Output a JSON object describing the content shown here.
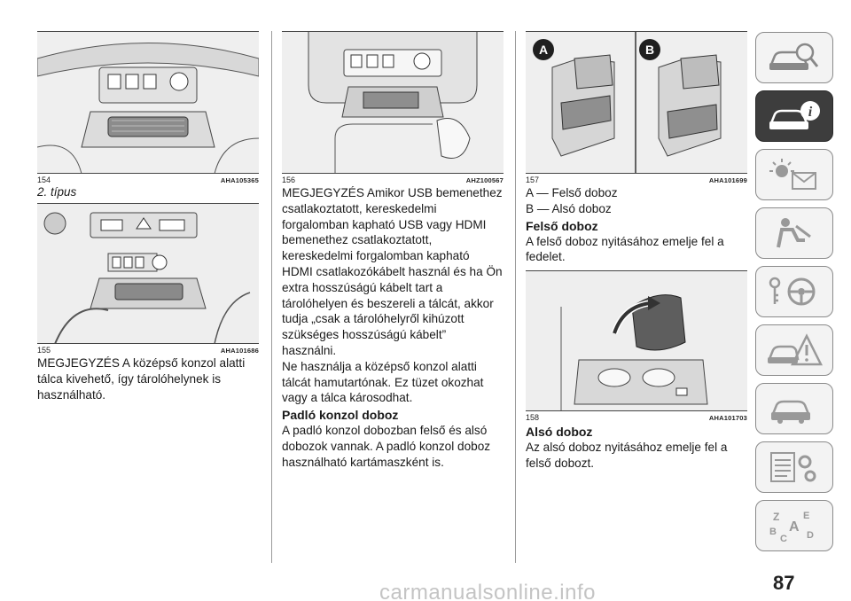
{
  "figures": {
    "f154": {
      "num": "154",
      "code": "AHA105365"
    },
    "f155": {
      "num": "155",
      "code": "AHA101686"
    },
    "f156": {
      "num": "156",
      "code": "AHZ100567"
    },
    "f157": {
      "num": "157",
      "code": "AHA101699",
      "label_a": "A",
      "label_b": "B"
    },
    "f158": {
      "num": "158",
      "code": "AHA101703"
    }
  },
  "col1": {
    "subtitle": "2. típus",
    "note": "MEGJEGYZÉS A középső konzol alatti tálca kivehető, így tárolóhelynek is használható."
  },
  "col2": {
    "note1": "MEGJEGYZÉS Amikor USB bemenethez csatlakoztatott, kereskedelmi forgalomban kapható USB vagy HDMI bemenethez csatlakoztatott, kereskedelmi forgalomban kapható HDMI csatlakozókábelt használ és ha Ön extra hosszúságú kábelt tart a tárolóhelyen és beszereli a tálcát, akkor tudja „csak a tárolóhelyről kihúzott szükséges hosszúságú kábelt” használni.",
    "note2": "Ne használja a középső konzol alatti tálcát hamutartónak. Ez tüzet okozhat vagy a tálca károsodhat.",
    "heading": "Padló konzol doboz",
    "body": "A padló konzol dobozban felső és alsó dobozok vannak. A padló konzol doboz használható kartámaszként is."
  },
  "col3": {
    "legend_a": "A — Felső doboz",
    "legend_b": "B — Alsó doboz",
    "heading1": "Felső doboz",
    "body1": "A felső doboz nyitásához emelje fel a fedelet.",
    "heading2": "Alsó doboz",
    "body2": "Az alsó doboz nyitásához emelje fel a felső dobozt."
  },
  "page_number": "87",
  "watermark": "carmanualsonline.info",
  "sidebar_icons": [
    "car-search-icon",
    "car-info-icon",
    "light-signal-icon",
    "airbag-seat-icon",
    "key-steering-icon",
    "car-warning-icon",
    "car-service-icon",
    "checklist-gears-icon",
    "alphabet-index-icon"
  ],
  "colors": {
    "active_tab": "#3d3d3d",
    "tab": "#f3f3f3",
    "accent_arrow": "#333333"
  }
}
